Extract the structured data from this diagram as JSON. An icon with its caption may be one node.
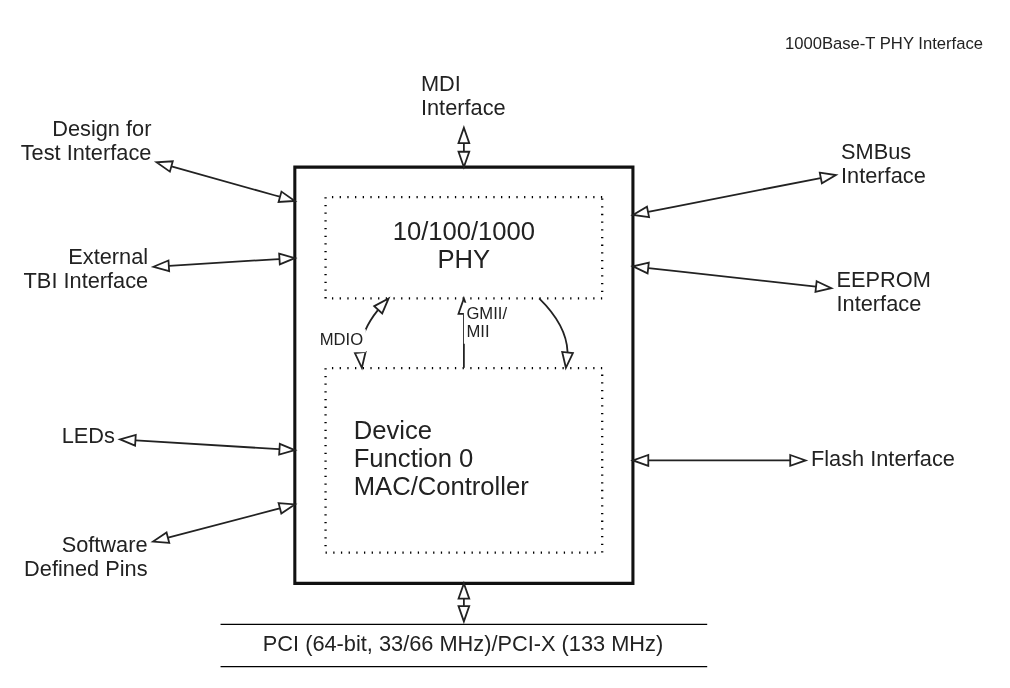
{
  "diagram": {
    "nodes": [
      {
        "text": [
          "MDI Interface"
        ]
      },
      {
        "text": [],
        "shape": "box"
      },
      {
        "text": [
          "10/100/1000 PHY"
        ],
        "in": 1
      },
      {
        "text": [
          "Device Function 0 MAC/Controller"
        ],
        "in": 1
      },
      {
        "text": [
          "Design for Test Interface"
        ]
      },
      {
        "text": [
          "External TBI Interface"
        ]
      },
      {
        "text": [
          "LEDs"
        ]
      },
      {
        "text": [
          "Software Defined Pins"
        ]
      },
      {
        "text": [
          "SMBus Interface"
        ]
      },
      {
        "text": [
          "EEPROM Interface"
        ]
      },
      {
        "text": [
          "Flash Interface"
        ]
      },
      {
        "text": [
          "PCI (64-bit, 33/66 MHz)/PCI-X (133 MHz)"
        ]
      }
    ],
    "edges": [
      {
        "from": 0,
        "to": 1,
        "arrow": "both"
      },
      {
        "from": 4,
        "to": 1,
        "arrow": "both"
      },
      {
        "from": 5,
        "to": 1,
        "arrow": "both"
      },
      {
        "from": 6,
        "to": 1,
        "arrow": "both"
      },
      {
        "from": 7,
        "to": 1,
        "arrow": "both"
      },
      {
        "from": 2,
        "to": 3,
        "arrow": "to"
      },
      {
        "from": 3,
        "to": 2,
        "arrow": "to",
        "label": "GMII/ MII"
      },
      {
        "from": 2,
        "to": 3,
        "arrow": "both",
        "label": "MDIO"
      },
      {
        "from": 1,
        "to": 8,
        "arrow": "both"
      },
      {
        "from": 1,
        "to": 9,
        "arrow": "both"
      },
      {
        "from": 1,
        "to": 10,
        "arrow": "both"
      },
      {
        "from": 1,
        "to": 11,
        "arrow": "both"
      }
    ],
    "labels": [
      "1000Base-T PHY Interface"
    ]
  }
}
